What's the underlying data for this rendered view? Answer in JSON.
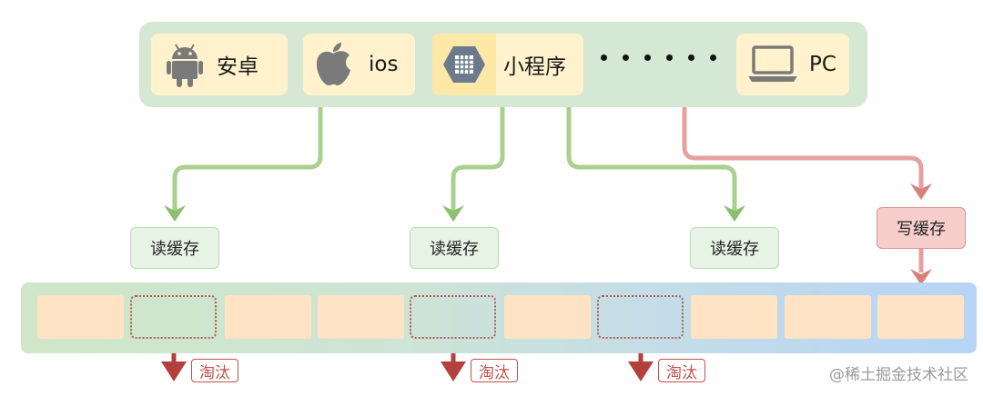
{
  "clients": [
    {
      "label": "安卓",
      "icon": "android-icon"
    },
    {
      "label": "ios",
      "icon": "apple-icon"
    },
    {
      "label": "小程序",
      "icon": "mini-program-icon"
    },
    {
      "label": "PC",
      "icon": "laptop-icon"
    }
  ],
  "ellipsis": "• • • • • •",
  "read_cache_label": "读缓存",
  "write_cache_label": "写缓存",
  "evict_label": "淘汰",
  "watermark": "@稀土掘金技术社区",
  "colors": {
    "client_bar": "#d5e8d4",
    "client_box": "#fff2cc",
    "read_path": "#a9d08e",
    "write_path": "#e6a0a0",
    "evict_arrow": "#b3403c",
    "cache_slot": "#ffe3c4"
  }
}
